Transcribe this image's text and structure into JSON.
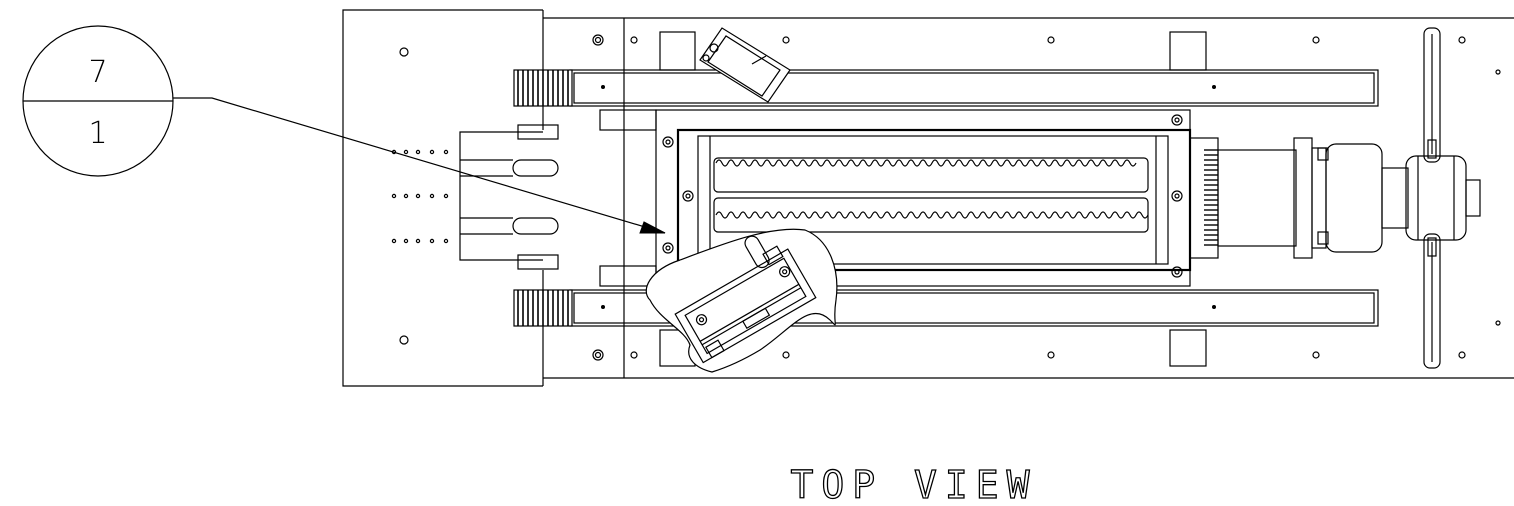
{
  "drawing": {
    "view_title": "TOP VIEW",
    "detail_callout": {
      "upper": "7",
      "lower": "1"
    }
  }
}
